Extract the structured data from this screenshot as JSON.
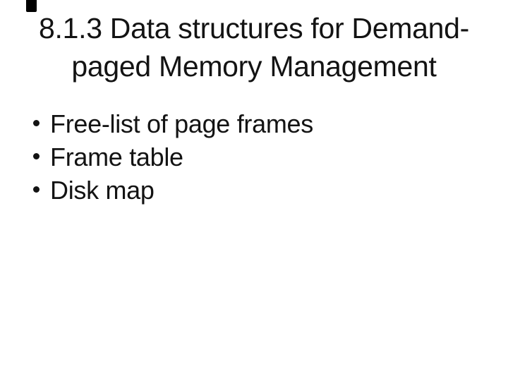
{
  "slide": {
    "title_line1": "8.1.3 Data structures for Demand-",
    "title_line2": "paged Memory Management",
    "bullets": [
      "Free-list of page frames",
      "Frame table",
      "Disk map"
    ],
    "colors": {
      "background": "#ffffff",
      "text": "#131313",
      "corner_mark": "#000000"
    }
  }
}
